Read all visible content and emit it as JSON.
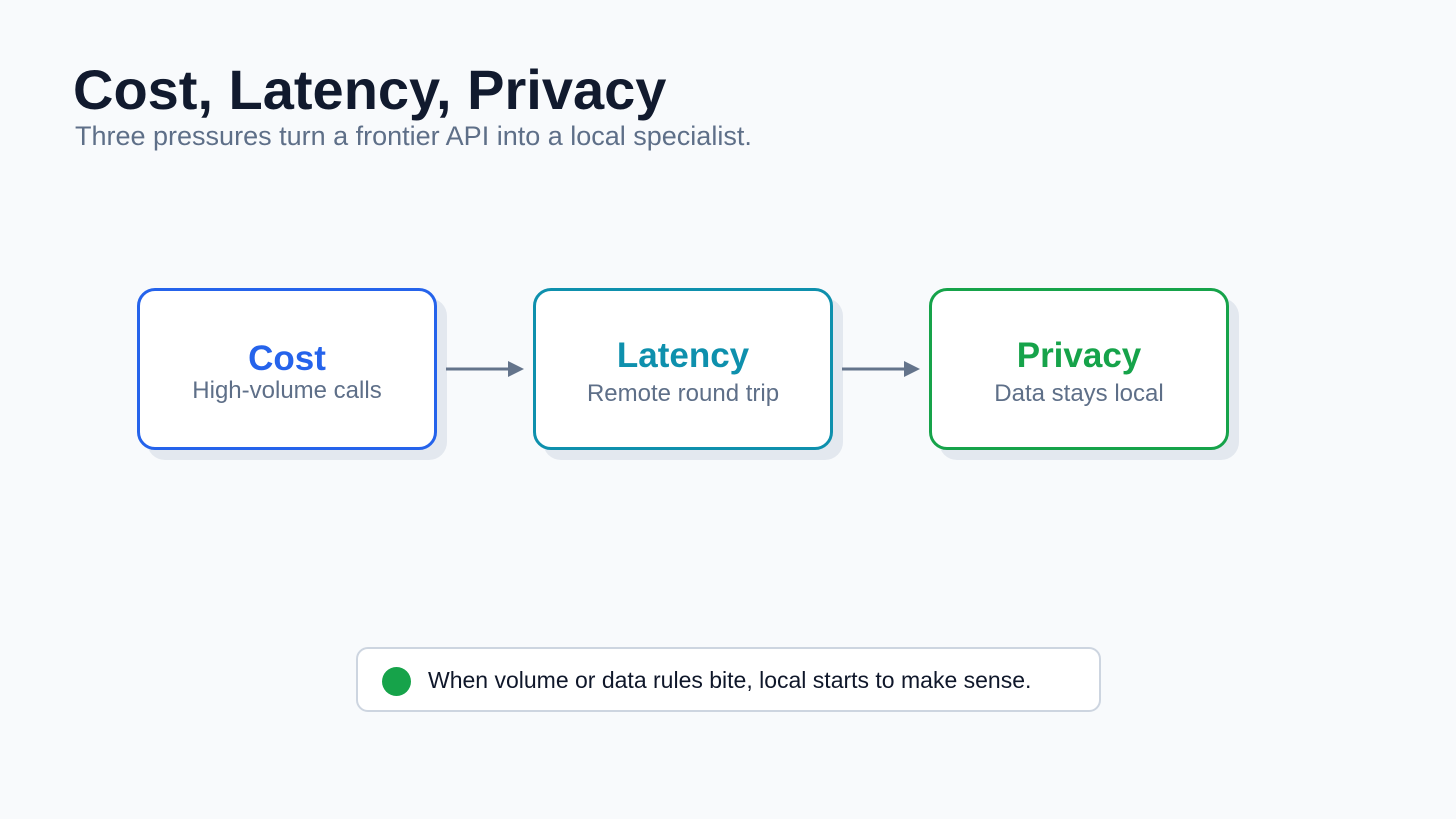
{
  "slide": {
    "title": "Cost, Latency, Privacy",
    "subtitle": "Three pressures turn a frontier API into a local specialist."
  },
  "stages": [
    {
      "title": "Cost",
      "subtitle": "High-volume calls",
      "color": "#2563eb"
    },
    {
      "title": "Latency",
      "subtitle": "Remote round trip",
      "color": "#0e90ad"
    },
    {
      "title": "Privacy",
      "subtitle": "Data stays local",
      "color": "#16a34a"
    }
  ],
  "connectors": {
    "color": "#64748b"
  },
  "callout": {
    "text": "When volume or data rules bite, local starts to make sense.",
    "dot_color": "#16a34a"
  }
}
